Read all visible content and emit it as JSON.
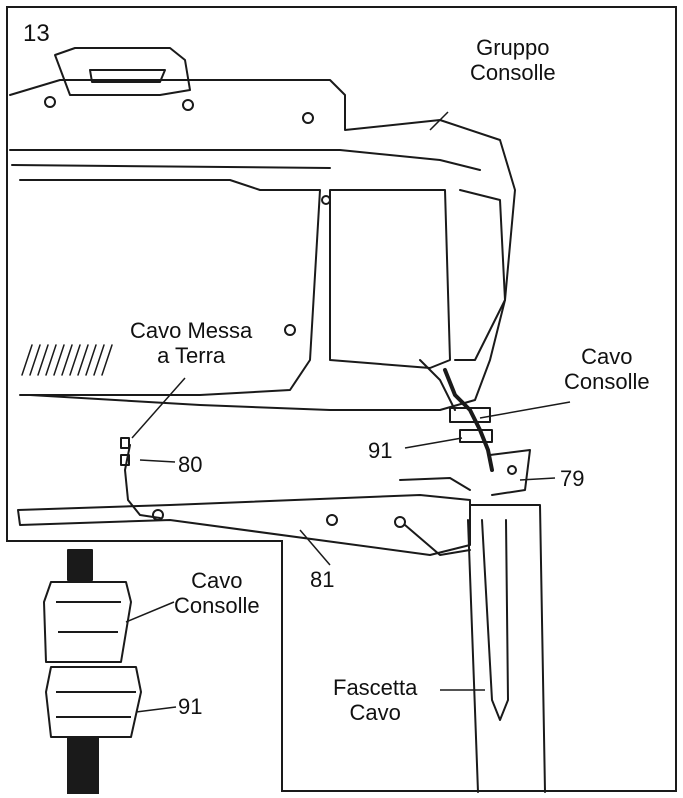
{
  "step_number": "13",
  "labels": {
    "console_assembly": [
      "Gruppo",
      "Consolle"
    ],
    "ground_wire": [
      "Cavo Messa",
      "a Terra"
    ],
    "console_wire": [
      "Cavo",
      "Consolle"
    ],
    "part_91": "91",
    "part_80": "80",
    "part_79": "79",
    "part_81": "81",
    "inset_console_wire": [
      "Cavo",
      "Consolle"
    ],
    "inset_part_91": "91",
    "cable_tie": [
      "Fascetta",
      "Cavo"
    ]
  }
}
